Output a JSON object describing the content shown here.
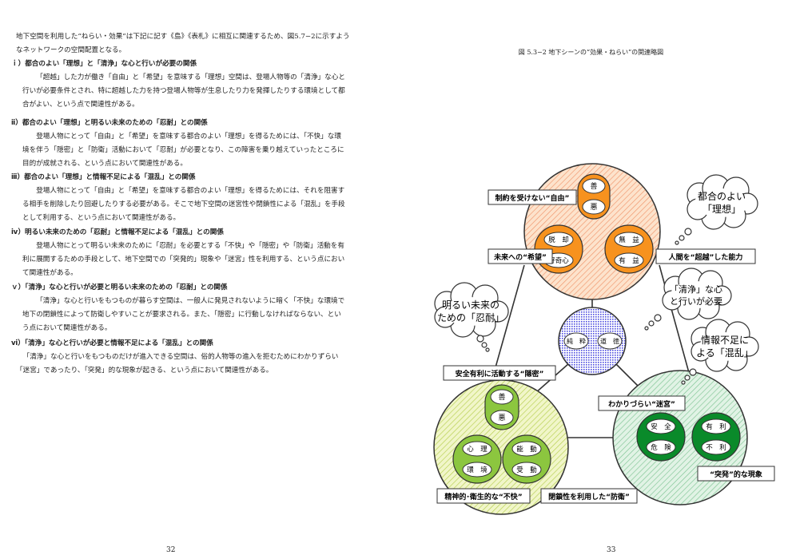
{
  "left_page": {
    "intro": "地下空間を利用した“ねらい・効果”は下記に記す《島》《表札》に相互に関連するため、図5.7−2に示すようなネットワークの空間配置となる。",
    "sections": [
      {
        "heading": "ｉ）都合のよい「理想」と「清浄」な心と行いが必要の関係",
        "body": "「超越」した力が働き「自由」と「希望」を意味する「理想」空間は、登場人物等の「清浄」な心と行いが必要条件とされ、特に超越した力を持つ登場人物等が生息したり力を発揮したりする環境として都合がよい、という点で関連性がある。"
      },
      {
        "heading": "ⅱ）都合のよい「理想」と明るい未来のための「忍耐」との関係",
        "body": "登場人物にとって「自由」と「希望」を意味する都合のよい「理想」を得るためには、「不快」な環境を伴う「隠密」と「防衛」活動において「忍耐」が必要となり、この障害を乗り越えていったところに目的が成就される、という点において関連性がある。"
      },
      {
        "heading": "ⅲ）都合のよい「理想」と情報不足による「混乱」との関係",
        "body": "登場人物にとって「自由」と「希望」を意味する都合のよい「理想」を得るためには、それを阻害する相手を削除したり回避したりする必要がある。そこで地下空間の迷宮性や閉鎖性による「混乱」を手段として利用する、という点において関連性がある。"
      },
      {
        "heading": "ⅳ）明るい未来のための「忍耐」と情報不足による「混乱」との関係",
        "body": "登場人物にとって明るい未来のために「忍耐」を必要とする「不快」や「隠密」や「防衛」活動を有利に展開するための手段として、地下空間での「突発的」現象や「迷宮」性を利用する、という点において関連性がある。"
      },
      {
        "heading": "ｖ）「清浄」な心と行いが必要と明るい未来のための「忍耐」との関係",
        "body": "「清浄」な心と行いをもつものが暮らす空間は、一般人に発見されないように暗く「不快」な環境で地下の閉鎖性によって防衛しやすいことが要求される。また、「隠密」に行動しなければならない、という点において関連性がある。"
      },
      {
        "heading": "ⅵ）「清浄」な心と行いが必要と情報不足による「混乱」との関係",
        "body": "「清浄」な心と行いをもつものだけが進入できる空間は、俗的人物等の進入を拒むためにわかりずらい「迷宮」であったり、「突発」的な現象が起きる、という点において関連性がある。"
      }
    ],
    "page_number": "32"
  },
  "right_page": {
    "caption": "図 5.3−2 地下シーンの“効果・ねらい”の関連略図",
    "page_number": "33",
    "diagram": {
      "top_group": {
        "pair1": [
          "善",
          "悪"
        ],
        "pair2": [
          "脱　却",
          "好奇心"
        ],
        "pair3": [
          "無　益",
          "有　益"
        ],
        "label_left_top": "制約を受けない“自由”",
        "label_left_bottom": "未来への“希望”",
        "label_right": "人間を“超越”した能力"
      },
      "center_group": {
        "items": [
          "純　粋",
          "道　徳"
        ]
      },
      "bottom_left_group": {
        "pair1": [
          "善",
          "悪"
        ],
        "pair2": [
          "心　理",
          "環　境"
        ],
        "pair3": [
          "能　動",
          "受　動"
        ],
        "label_top": "安全有利に活動する“隠密”",
        "label_bottom_left": "精神的･衛生的な“不快”",
        "label_bottom_right": "閉鎖性を利用した“防衛”"
      },
      "bottom_right_group": {
        "pair1": [
          "安　全",
          "危　険"
        ],
        "pair2": [
          "有　利",
          "不　利"
        ],
        "label_top": "わかりづらい“迷宮”",
        "label_bottom": "“突発”的な現象"
      },
      "clouds": [
        [
          "都合のよい",
          "「理想」"
        ],
        [
          "「清浄」な心",
          "と行いが必要"
        ],
        [
          "明るい未来の",
          "ための「忍耐」"
        ],
        [
          "情報不足に",
          "よる「混乱」"
        ]
      ]
    }
  }
}
